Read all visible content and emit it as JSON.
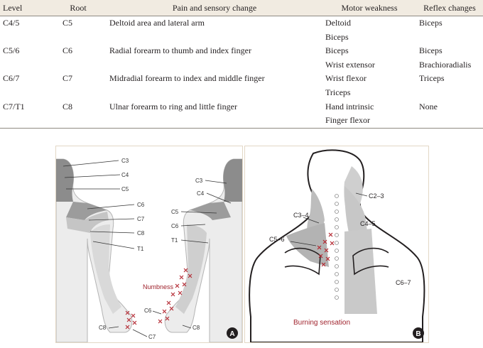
{
  "table": {
    "headers": [
      "Level",
      "Root",
      "Pain and sensory change",
      "Motor weakness",
      "Reflex changes"
    ],
    "rows": [
      [
        "C4/5",
        "C5",
        "Deltoid area and lateral arm",
        "Deltoid",
        "Biceps"
      ],
      [
        "",
        "",
        "",
        "Biceps",
        ""
      ],
      [
        "C5/6",
        "C6",
        "Radial forearm to thumb and index finger",
        "Biceps",
        "Biceps"
      ],
      [
        "",
        "",
        "",
        "Wrist extensor",
        "Brachioradialis"
      ],
      [
        "C6/7",
        "C7",
        "Midradial forearm to index and middle finger",
        "Wrist flexor",
        "Triceps"
      ],
      [
        "",
        "",
        "",
        "Triceps",
        ""
      ],
      [
        "C7/T1",
        "C8",
        "Ulnar forearm to ring and little finger",
        "Hand intrinsic",
        "None"
      ],
      [
        "",
        "",
        "",
        "Finger flexor",
        ""
      ]
    ]
  },
  "figure_a": {
    "panel_letter": "A",
    "labels_left": [
      "C3",
      "C4",
      "C5",
      "C6",
      "C7",
      "C8",
      "T1"
    ],
    "labels_right": [
      "C3",
      "C4",
      "C5",
      "C6",
      "T1"
    ],
    "hand_labels": [
      "C6",
      "C8",
      "C7",
      "C8"
    ],
    "annotation": "Numbness",
    "annotation_color": "#a0242e"
  },
  "figure_b": {
    "panel_letter": "B",
    "labels": [
      "C2–3",
      "C3–4",
      "C4–5",
      "C5–6",
      "C6–7"
    ],
    "annotation": "Burning sensation",
    "annotation_color": "#a0242e"
  }
}
